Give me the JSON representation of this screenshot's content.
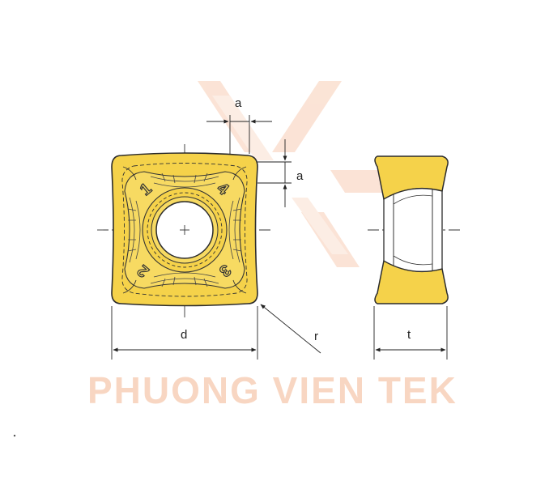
{
  "labels": {
    "a_horizontal": "a",
    "a_vertical": "a",
    "d": "d",
    "r": "r",
    "t": "t"
  },
  "edge_numbers": [
    "1",
    "4",
    "2",
    "3"
  ],
  "watermark": {
    "text": "PHUONG VIEN TEK"
  },
  "colors": {
    "insert_fill": "#f5d24a",
    "outline": "#2b2b2b",
    "watermark": "#f6c9ae",
    "watermark_green": "#cfe6c7"
  }
}
